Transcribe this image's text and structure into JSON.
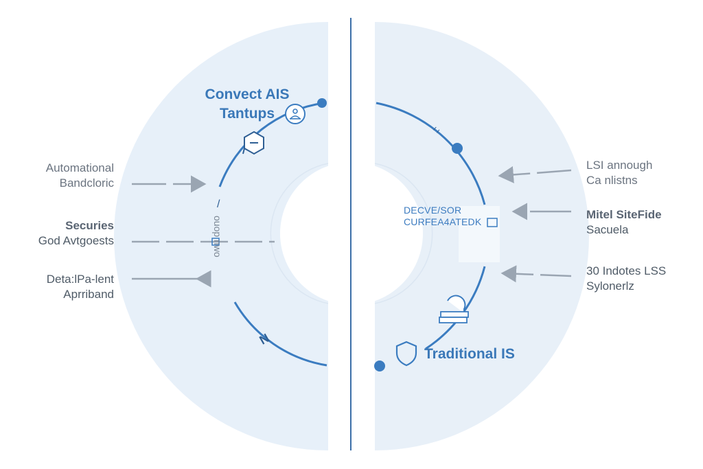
{
  "colors": {
    "panel_fill": "#e7f0f9",
    "arc_stroke": "#3b7cc0",
    "divider": "#3b6ea8",
    "arrow": "#9aa5b2",
    "title": "#3a78b8"
  },
  "left_panel": {
    "title_line1": "Convect AIS",
    "title_line2": "Tantups",
    "arc_text": "ouop nwo",
    "arc_mark": "/",
    "arc_end_mark": "N",
    "icons": [
      "people-icon",
      "hexagon-chat-icon",
      "small-square-icon"
    ]
  },
  "right_panel": {
    "title": "Traditional IS",
    "arc_tick_text": "ı ı",
    "center_line1": "DECVE/SOR",
    "center_line2": "CURFEA4ATEDK",
    "icons": [
      "shield-icon",
      "document-stack-icon",
      "small-square-icon"
    ]
  },
  "left_labels": [
    {
      "line1": "Automational",
      "line2": "Bandcloric"
    },
    {
      "line1": "Securies",
      "line2": "God Avtgoests"
    },
    {
      "line1": "Deta:lPa-lent",
      "line2": "Aprriband"
    }
  ],
  "right_labels": [
    {
      "line1": "LSI annough",
      "line2": "Ca nlistns"
    },
    {
      "line1": "Mitel SiteFide",
      "line2": "Sacuela"
    },
    {
      "line1": "30 Indotes LSS",
      "line2": "Sylonerlz"
    }
  ]
}
